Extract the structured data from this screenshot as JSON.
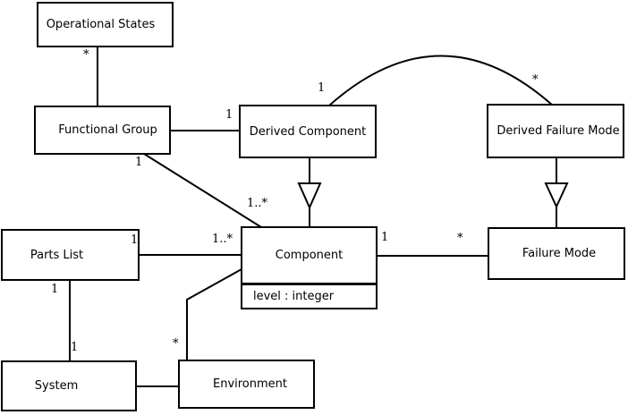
{
  "diagram": {
    "type": "uml-class-diagram",
    "colors": {
      "line": "#000000",
      "background": "#ffffff",
      "box_fill": "#ffffff"
    },
    "boxes": [
      {
        "label": "Operational States"
      },
      {
        "label": "Functional Group"
      },
      {
        "label": "Derived Component"
      },
      {
        "label": "Derived Failure Mode"
      },
      {
        "label": "Parts List"
      },
      {
        "label": "Component",
        "attribute": "level : integer"
      },
      {
        "label": "Failure Mode"
      },
      {
        "label": "System"
      },
      {
        "label": "Environment"
      }
    ],
    "multiplicities": [
      {
        "text": "*",
        "edge": "operational-states/functional-group"
      },
      {
        "text": "1",
        "edge": "functional-group/derived-component"
      },
      {
        "text": "1",
        "edge": "derived-component/derived-failure-mode (arc, component end)"
      },
      {
        "text": "*",
        "edge": "derived-component/derived-failure-mode (arc, failure end)"
      },
      {
        "text": "1",
        "edge": "functional-group/component (group end)"
      },
      {
        "text": "1..*",
        "edge": "functional-group/component (component end)"
      },
      {
        "text": "1",
        "edge": "parts-list/component (parts end)"
      },
      {
        "text": "1..*",
        "edge": "parts-list/component (component end)"
      },
      {
        "text": "1",
        "edge": "component/failure-mode (component end)"
      },
      {
        "text": "*",
        "edge": "component/failure-mode (failure end)"
      },
      {
        "text": "1",
        "edge": "parts-list/system (parts end)"
      },
      {
        "text": "1",
        "edge": "parts-list/system (system end)"
      },
      {
        "text": "*",
        "edge": "component/environment (environment end)"
      }
    ]
  }
}
